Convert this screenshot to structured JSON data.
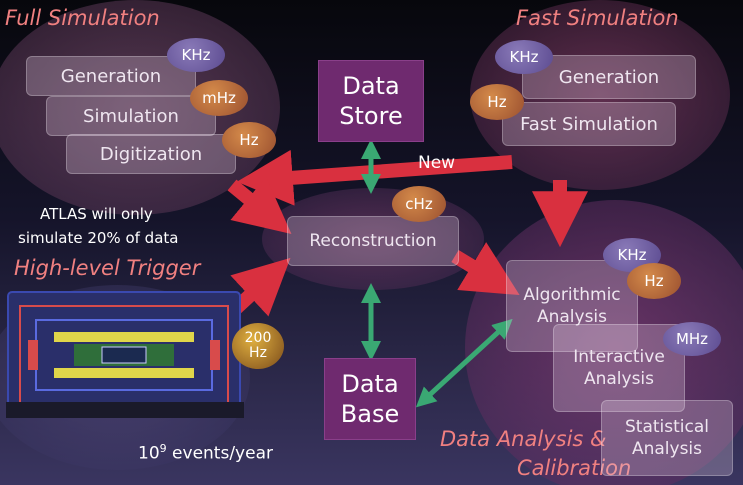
{
  "titles": {
    "full_simulation": "Full Simulation",
    "fast_simulation": "Fast Simulation",
    "high_level_trigger": "High-level Trigger",
    "data_analysis": "Data Analysis &",
    "calibration": "Calibration"
  },
  "full_sim": {
    "generation": "Generation",
    "simulation": "Simulation",
    "digitization": "Digitization",
    "rate_generation": "KHz",
    "rate_simulation": "mHz",
    "rate_digitization": "Hz"
  },
  "fast_sim": {
    "generation": "Generation",
    "fast_simulation": "Fast Simulation",
    "rate_generation": "KHz",
    "rate_fast_simulation": "Hz"
  },
  "center": {
    "data_store": "Data Store",
    "reconstruction": "Reconstruction",
    "rate_reconstruction": "cHz",
    "data_base": "Data Base",
    "new_label": "New"
  },
  "trigger": {
    "note_line1": "ATLAS will only",
    "note_line2": "simulate 20% of data",
    "rate": "200 Hz",
    "events_base": "10",
    "events_exp": "9",
    "events_rest": " events/year"
  },
  "analysis": {
    "algorithmic": "Algorithmic Analysis",
    "interactive": "Interactive Analysis",
    "statistical": "Statistical Analysis",
    "rate_algorithmic_1": "KHz",
    "rate_algorithmic_2": "Hz",
    "rate_interactive": "MHz"
  },
  "colors": {
    "title_red": "#f08080",
    "arrow_red": "#d9303f",
    "arrow_green": "#3aa873",
    "database_purple": "#6f2a6f"
  }
}
